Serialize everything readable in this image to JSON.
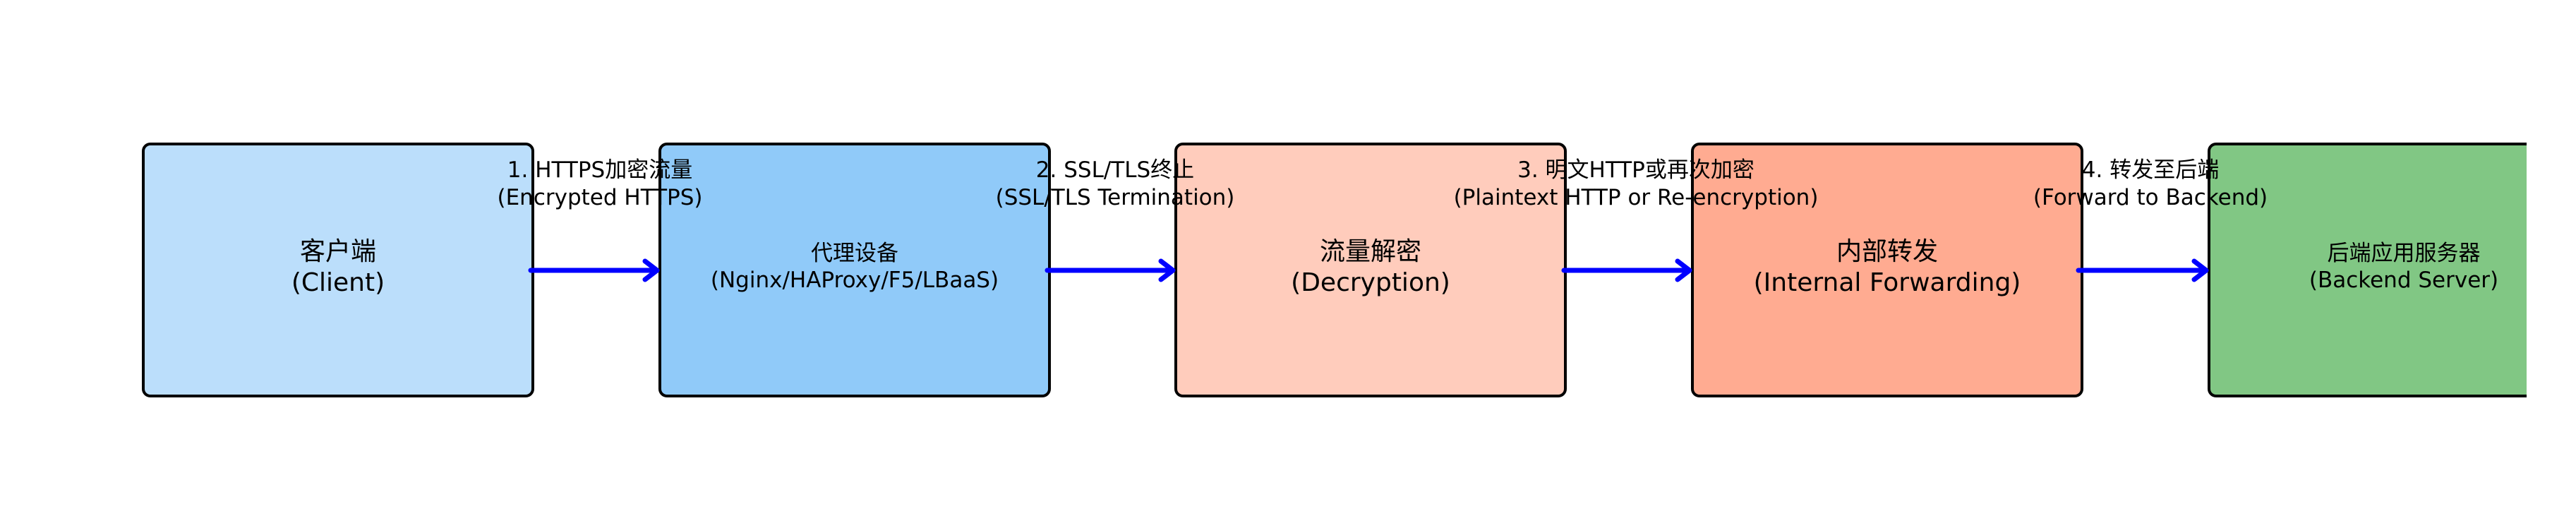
{
  "nodes": [
    {
      "zh": "客户端",
      "en": "(Client)",
      "color": "#BBDEFB"
    },
    {
      "zh": "代理设备",
      "en": "(Nginx/HAProxy/F5/LBaaS)",
      "color": "#90CAF9"
    },
    {
      "zh": "流量解密",
      "en": "(Decryption)",
      "color": "#FFCCBC"
    },
    {
      "zh": "内部转发",
      "en": "(Internal Forwarding)",
      "color": "#FFAB91"
    },
    {
      "zh": "后端应用服务器",
      "en": "(Backend Server)",
      "color": "#81C784"
    }
  ],
  "edges": [
    {
      "zh": "1. HTTPS加密流量",
      "en": "(Encrypted HTTPS)"
    },
    {
      "zh": "2. SSL/TLS终止",
      "en": "(SSL/TLS Termination)"
    },
    {
      "zh": "3. 明文HTTP或再次加密",
      "en": "(Plaintext HTTP or Re-encryption)"
    },
    {
      "zh": "4. 转发至后端",
      "en": "(Forward to Backend)"
    }
  ],
  "arrow_color": "#0000FF"
}
